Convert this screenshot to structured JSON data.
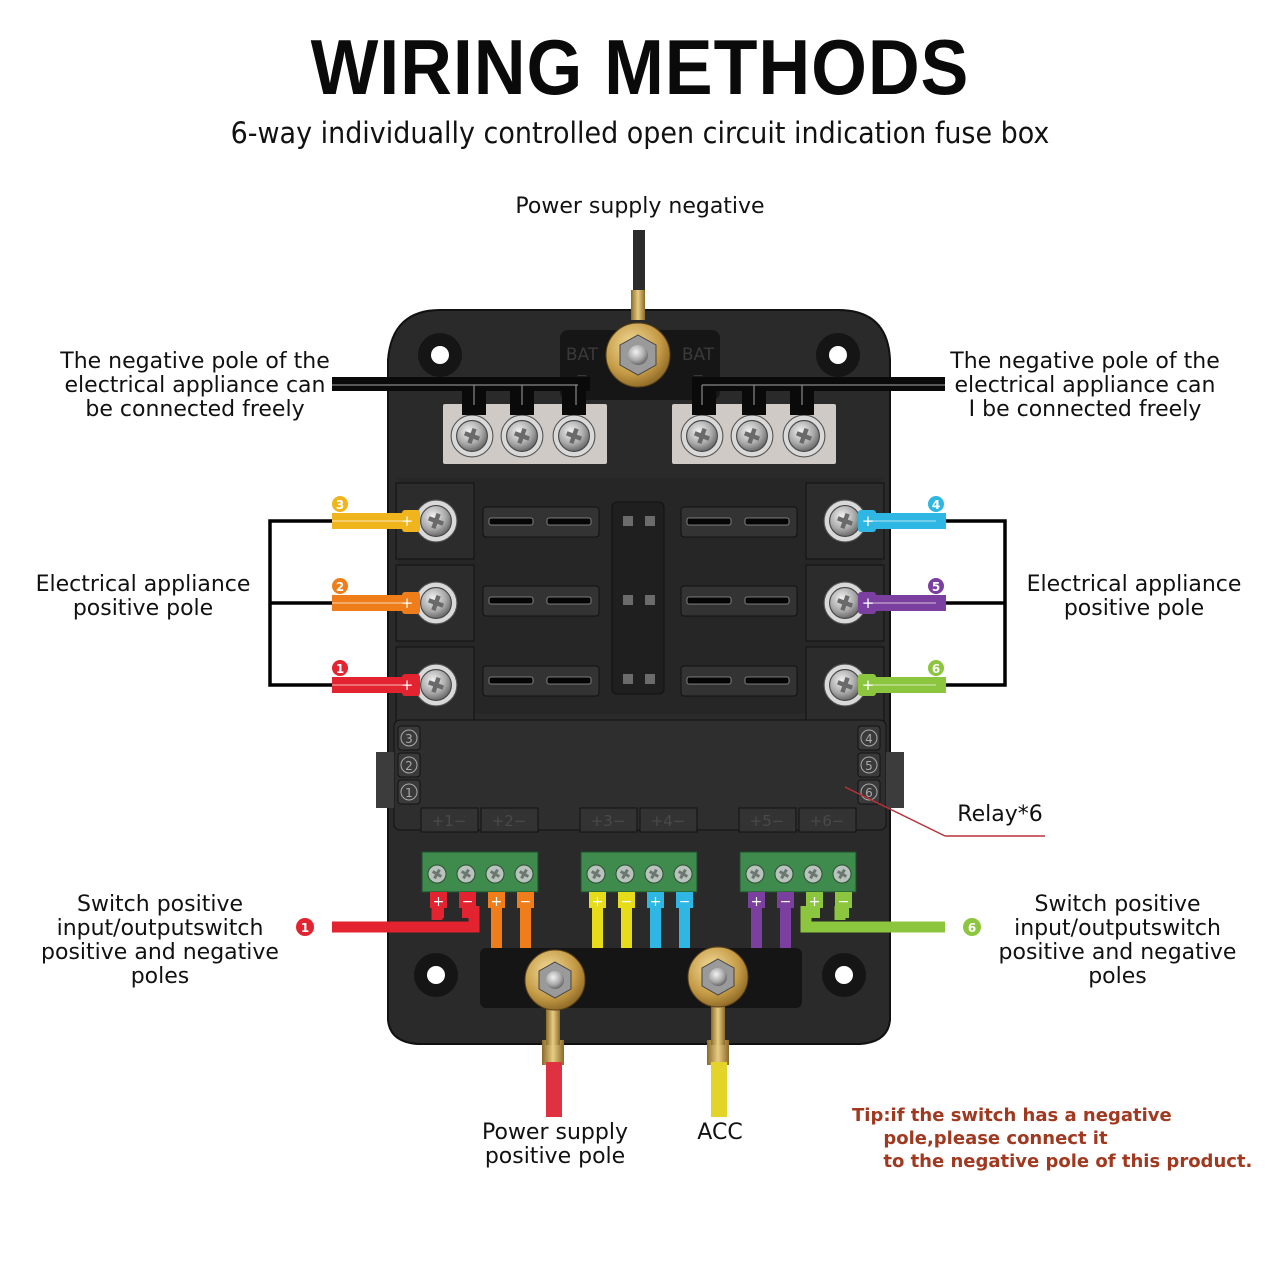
{
  "header": {
    "title": "WIRING METHODS",
    "subtitle": "6-way individually controlled open circuit indication fuse box"
  },
  "labels": {
    "power_supply_negative": "Power supply negative",
    "negative_pole_left": "The negative pole of the\nelectrical appliance can\nbe connected freely",
    "negative_pole_right": "The negative pole of the\nelectrical appliance can\nI be connected freely",
    "appliance_positive_left": "Electrical appliance\npositive pole",
    "appliance_positive_right": "Electrical appliance\npositive pole",
    "relay": "Relay*6",
    "switch_left": "Switch positive\ninput/outputswitch\npositive and negative\npoles",
    "switch_right": "Switch positive\ninput/outputswitch\npositive and negative\npoles",
    "power_supply_positive": "Power supply\npositive pole",
    "acc": "ACC",
    "tip": "Tip:if the switch has a negative\n     pole,please connect it\n     to the negative pole of this product."
  },
  "device": {
    "bat_label": "BAT",
    "bat_sign": "−",
    "relay_side_numbers_left": [
      "3",
      "2",
      "1"
    ],
    "relay_side_numbers_right": [
      "4",
      "5",
      "6"
    ],
    "relay_tabs": [
      "+1−",
      "+2−",
      "+3−",
      "+4−",
      "+5−",
      "+6−"
    ]
  },
  "circuits": [
    {
      "id": "1",
      "color": "#e3232f",
      "side": "left"
    },
    {
      "id": "2",
      "color": "#ef7d1a",
      "side": "left"
    },
    {
      "id": "3",
      "color": "#f0b41c",
      "side": "left"
    },
    {
      "id": "4",
      "color": "#2db7e2",
      "side": "right"
    },
    {
      "id": "5",
      "color": "#7b3fa0",
      "side": "right"
    },
    {
      "id": "6",
      "color": "#8cc63e",
      "side": "right"
    }
  ],
  "switch_wire_colors": {
    "1": "#e3232f",
    "2": "#ef7d1a",
    "3": "#e6dc1a",
    "4": "#2db7e2",
    "5": "#7b3fa0",
    "6": "#8cc63e"
  },
  "terminal_signs": {
    "plus": "+",
    "minus": "−"
  },
  "wire_colors": {
    "power_positive": "#e03140",
    "acc": "#e4d42a",
    "negative": "#111111"
  }
}
